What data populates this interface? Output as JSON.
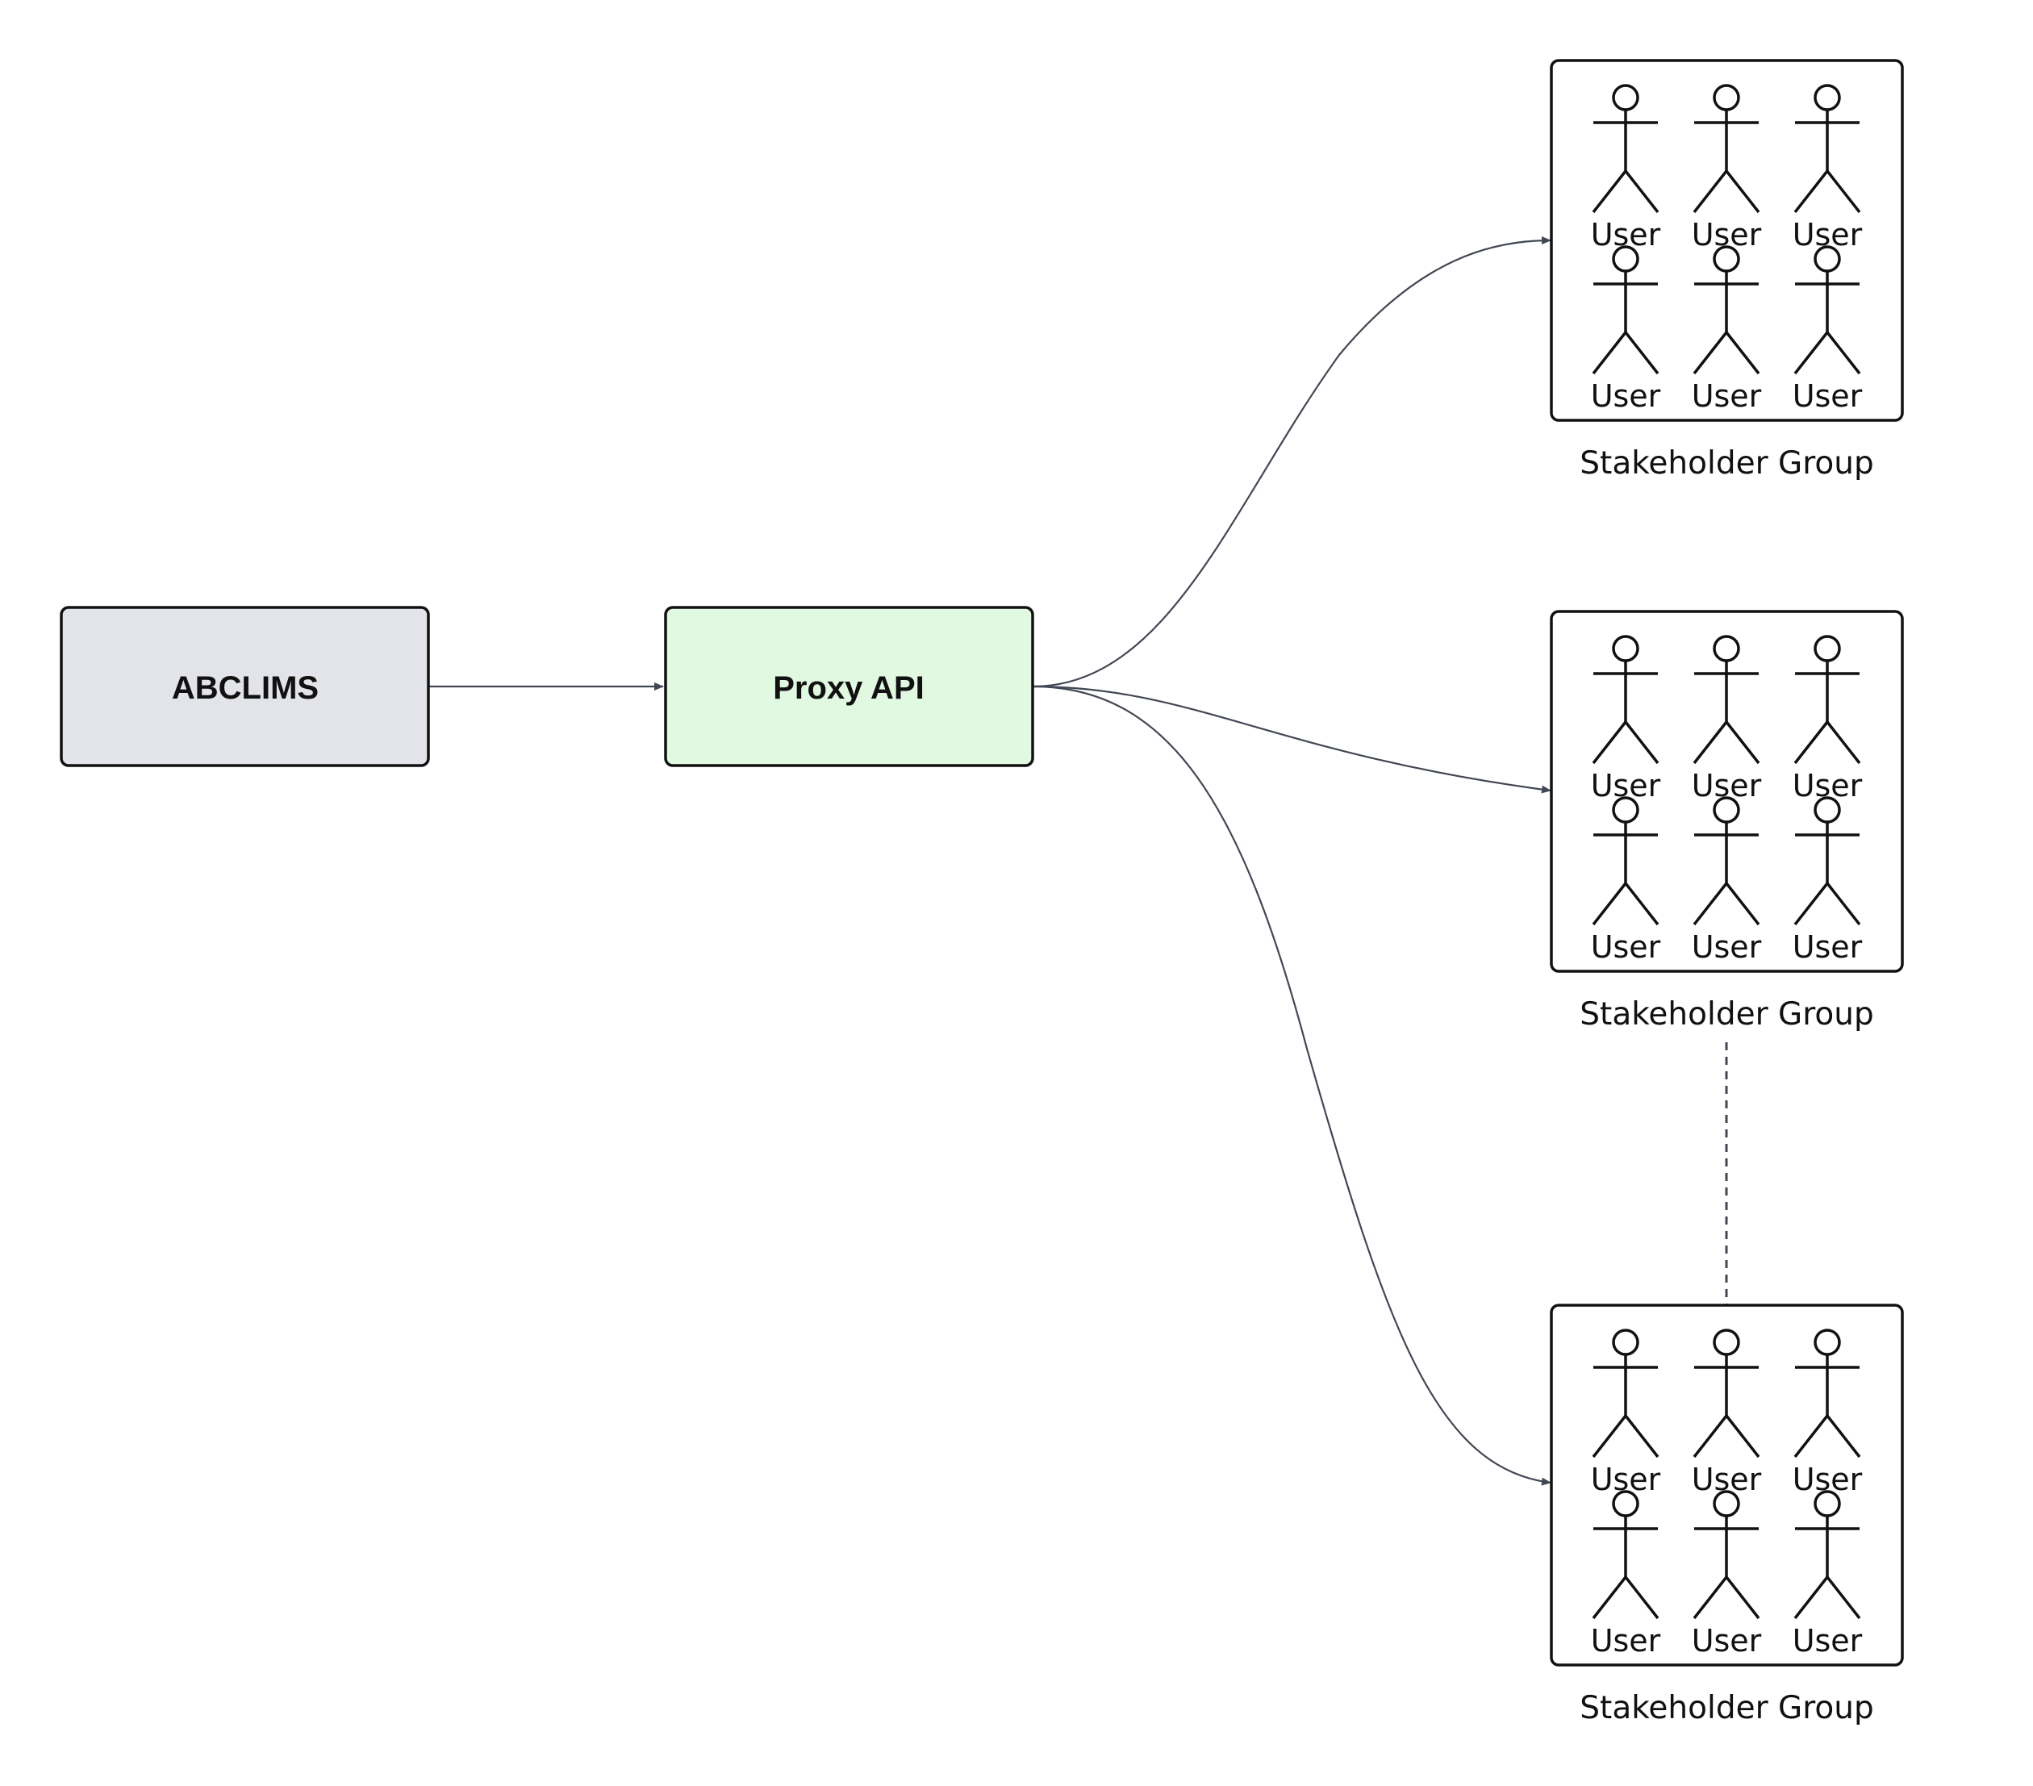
{
  "nodes": {
    "abclims": {
      "label": "ABCLIMS",
      "fill": "#E2E4EA"
    },
    "proxy": {
      "label": "Proxy API",
      "fill": "#E1F9E1"
    }
  },
  "groups": [
    {
      "label": "Stakeholder Group",
      "users": [
        "User",
        "User",
        "User",
        "User",
        "User",
        "User"
      ]
    },
    {
      "label": "Stakeholder Group",
      "users": [
        "User",
        "User",
        "User",
        "User",
        "User",
        "User"
      ]
    },
    {
      "label": "Stakeholder Group",
      "users": [
        "User",
        "User",
        "User",
        "User",
        "User",
        "User"
      ]
    }
  ],
  "colors": {
    "edge": "#424754",
    "border": "#111111",
    "background": "#FFFFFF"
  }
}
